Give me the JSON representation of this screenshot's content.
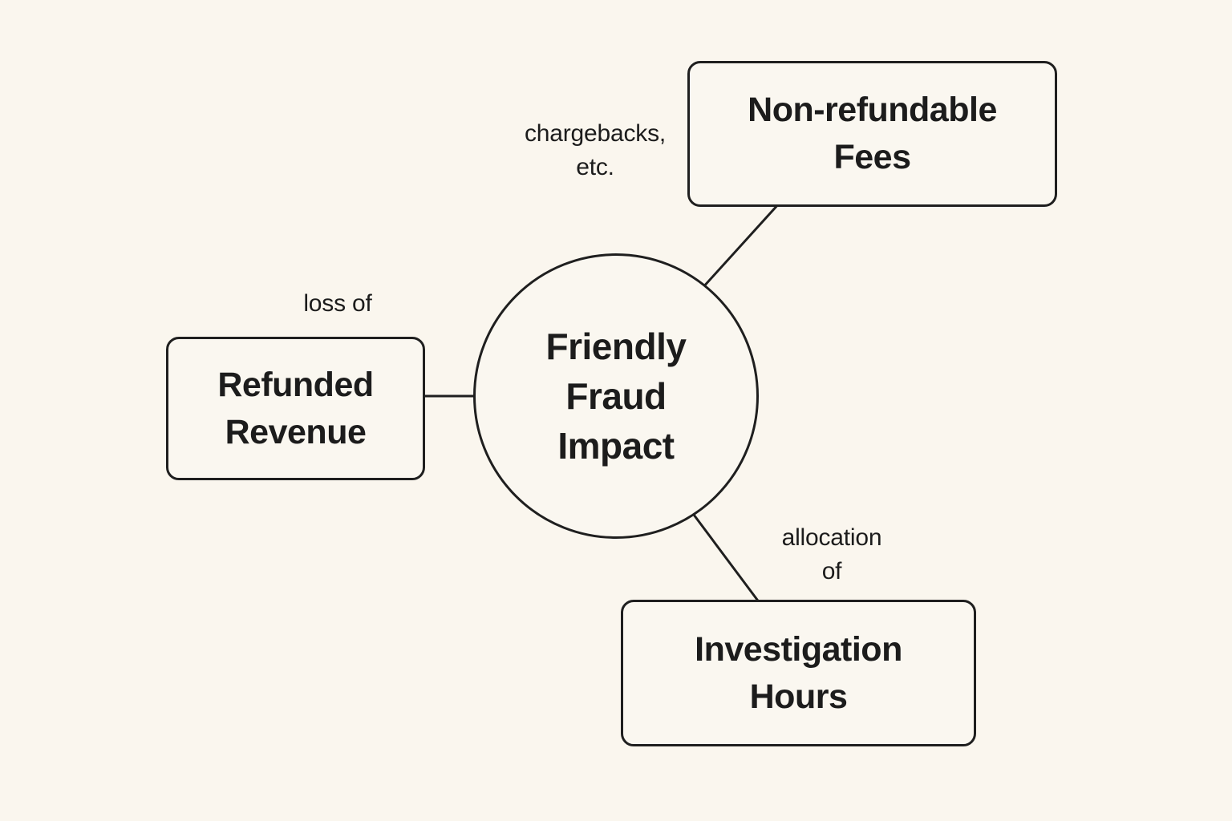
{
  "title": "Friendly Fraud Impact diagram",
  "colors": {
    "background": "#faf6ee",
    "stroke": "#1f1f1f",
    "text": "#1c1c1c",
    "node-fill": "#faf7f0"
  },
  "center_node": {
    "label": "Friendly Fraud Impact",
    "lines": [
      "Friendly",
      "Fraud",
      "Impact"
    ]
  },
  "branches": [
    {
      "id": "non-refundable-fees",
      "label": "Non-refundable Fees",
      "label_lines": [
        "Non-refundable",
        "Fees"
      ],
      "edge_label": "chargebacks, etc.",
      "edge_label_lines": [
        "chargebacks,",
        "etc."
      ]
    },
    {
      "id": "refunded-revenue",
      "label": "Refunded Revenue",
      "label_lines": [
        "Refunded",
        "Revenue"
      ],
      "edge_label": "loss of",
      "edge_label_lines": [
        "loss of"
      ]
    },
    {
      "id": "investigation-hours",
      "label": "Investigation Hours",
      "label_lines": [
        "Investigation",
        "Hours"
      ],
      "edge_label": "allocation of",
      "edge_label_lines": [
        "allocation",
        "of"
      ]
    }
  ]
}
